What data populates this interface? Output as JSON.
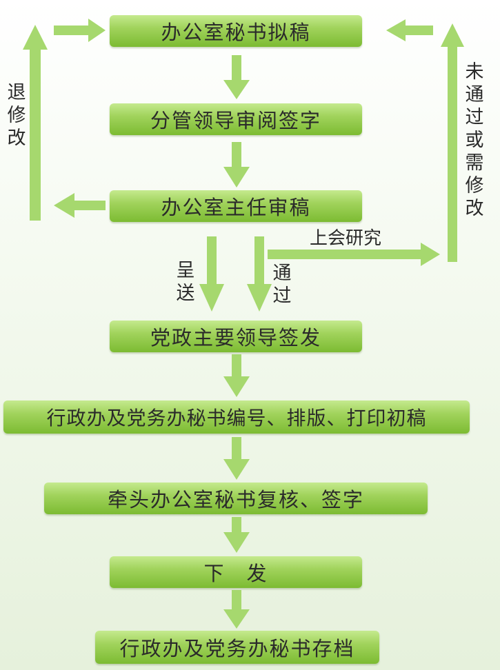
{
  "steps": {
    "draft": "办公室秘书拟稿",
    "review": "分管领导审阅签字",
    "director": "办公室主任审稿",
    "sign": "党政主要领导签发",
    "typeset": "行政办及党务办秘书编号、排版、打印初稿",
    "recheck": "牵头办公室秘书复核、签字",
    "issue": "下　发",
    "archive": "行政办及党务办秘书存档"
  },
  "labels": {
    "return_modify": "退\n修\n改",
    "not_passed": "未\n通\n过\n或\n需\n修\n改",
    "meeting": "上会研究",
    "submit": "呈\n送",
    "passed": "通\n过"
  },
  "colors": {
    "box_top": "#c5ea8e",
    "box_bottom": "#7cbb32",
    "arrow": "#a6d86e",
    "text": "#2a2a2a"
  }
}
